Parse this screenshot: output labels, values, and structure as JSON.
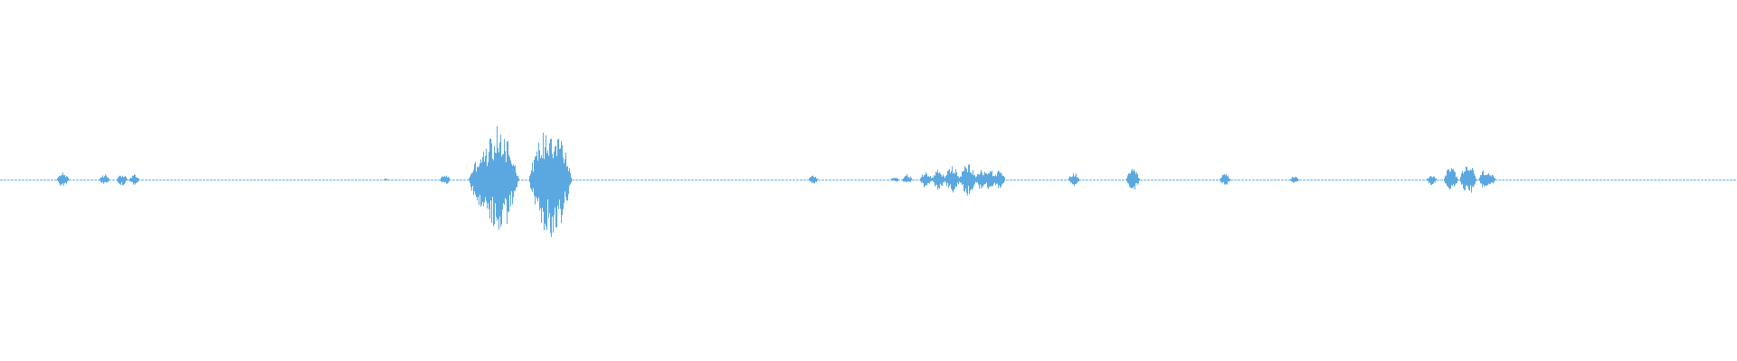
{
  "waveform": {
    "color": "#5ba8e0",
    "baseline_color": "#6cb3e6",
    "background": "#ffffff",
    "peaks": [
      [
        0.0,
        0.002
      ],
      [
        0.036,
        0.045
      ],
      [
        0.06,
        0.03
      ],
      [
        0.07,
        0.035
      ],
      [
        0.077,
        0.03
      ],
      [
        0.222,
        0.006
      ],
      [
        0.256,
        0.03
      ],
      [
        0.275,
        0.11
      ],
      [
        0.278,
        0.17
      ],
      [
        0.28,
        0.09
      ],
      [
        0.285,
        0.2
      ],
      [
        0.287,
        0.3
      ],
      [
        0.29,
        0.13
      ],
      [
        0.293,
        0.08
      ],
      [
        0.295,
        0.06
      ],
      [
        0.315,
        0.28
      ],
      [
        0.317,
        0.32
      ],
      [
        0.319,
        0.17
      ],
      [
        0.468,
        0.025
      ],
      [
        0.515,
        0.015
      ],
      [
        0.522,
        0.03
      ],
      [
        0.533,
        0.05
      ],
      [
        0.54,
        0.06
      ],
      [
        0.548,
        0.08
      ],
      [
        0.557,
        0.09
      ],
      [
        0.565,
        0.06
      ],
      [
        0.57,
        0.06
      ],
      [
        0.575,
        0.05
      ],
      [
        0.618,
        0.04
      ],
      [
        0.652,
        0.06
      ],
      [
        0.705,
        0.035
      ],
      [
        0.745,
        0.02
      ],
      [
        0.824,
        0.03
      ],
      [
        0.835,
        0.07
      ],
      [
        0.845,
        0.09
      ],
      [
        0.855,
        0.06
      ],
      [
        0.858,
        0.03
      ],
      [
        1.0,
        0.002
      ]
    ]
  }
}
